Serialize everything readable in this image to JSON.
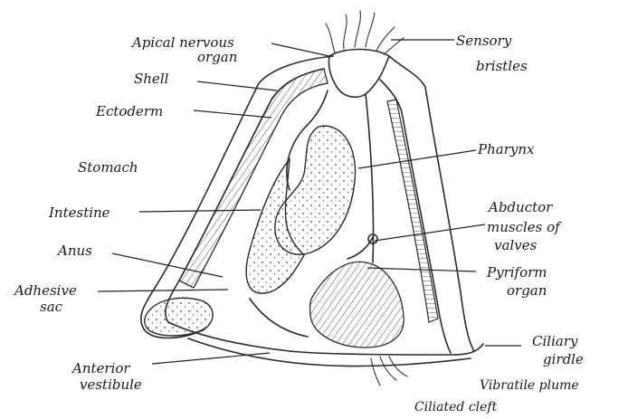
{
  "labels": {
    "apical_line1": "Apical nervous",
    "apical_line2": "organ",
    "sensory_line1": "Sensory",
    "sensory_line2": "bristles",
    "shell": "Shell",
    "ectoderm": "Ectoderm",
    "stomach": "Stomach",
    "pharynx": "Pharynx",
    "intestine": "Intestine",
    "abductor_line1": "Abductor",
    "abductor_line2": "muscles of",
    "abductor_line3": "valves",
    "anus": "Anus",
    "pyriform_line1": "Pyriform",
    "pyriform_line2": "organ",
    "adhesive_line1": "Adhesive",
    "adhesive_line2": "sac",
    "ciliary_line1": "Ciliary",
    "ciliary_line2": "girdle",
    "anterior_line1": "Anterior",
    "anterior_line2": "vestibule",
    "vibratile": "Vibratile plume",
    "ciliated": "Ciliated cleft"
  }
}
